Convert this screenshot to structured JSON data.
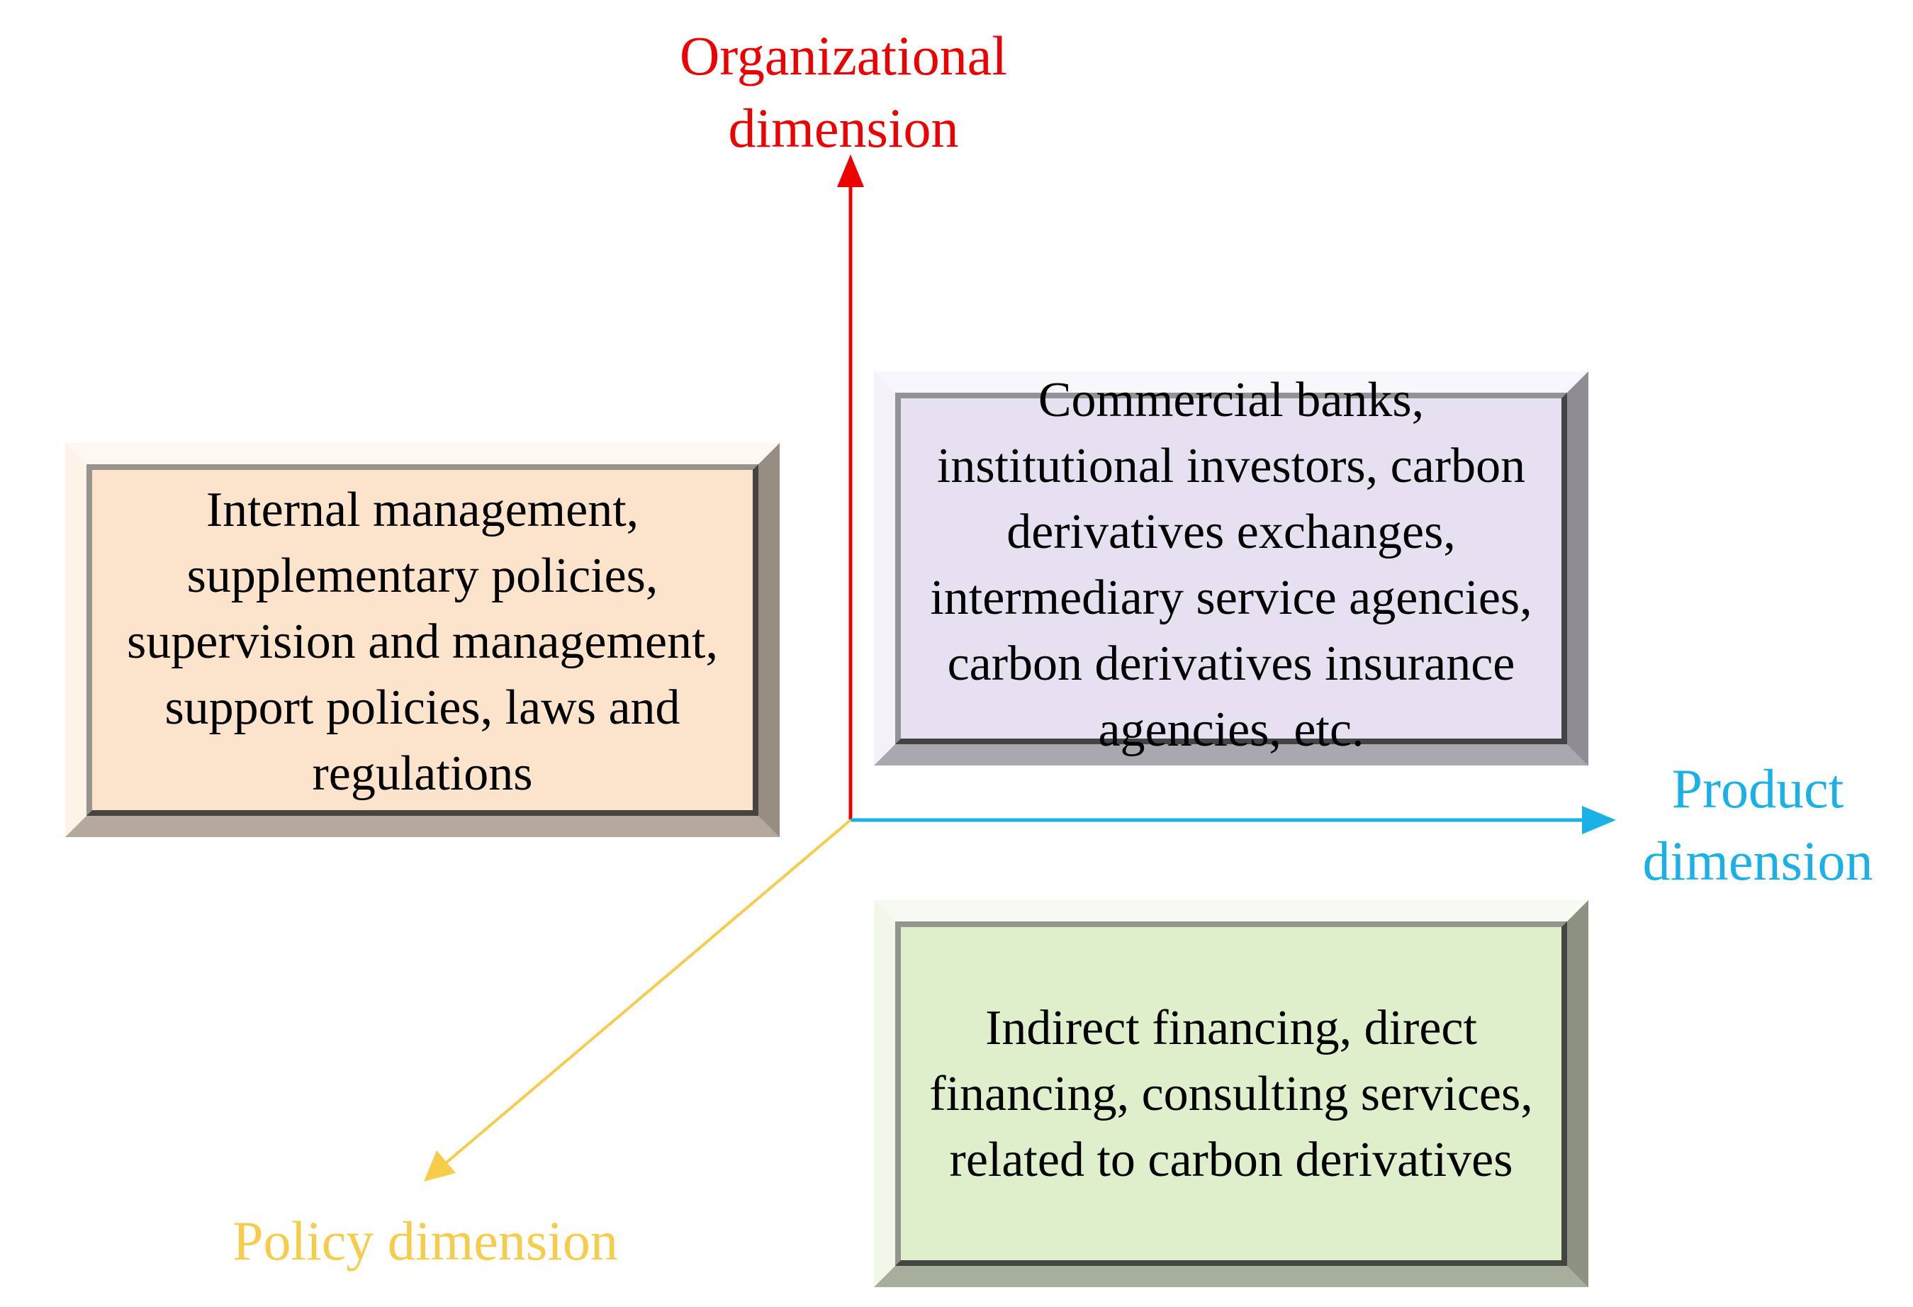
{
  "colors": {
    "organizational": "#ee0000",
    "product": "#1ab0e8",
    "policy": "#f7cc4a",
    "policy_box_fill": "#fce4cc",
    "organizational_box_fill": "#e6e0f1",
    "product_box_fill": "#dfeecb",
    "box_text": "#000000"
  },
  "axes": {
    "organizational": {
      "label_lines": [
        "Organizational",
        "dimension"
      ],
      "direction": "up"
    },
    "product": {
      "label_lines": [
        "Product",
        "dimension"
      ],
      "direction": "right"
    },
    "policy": {
      "label_lines": [
        "Policy dimension"
      ],
      "direction": "down-left"
    }
  },
  "boxes": {
    "policy": {
      "lines": [
        "Internal management,",
        "supplementary policies,",
        "supervision and management,",
        "support policies, laws and",
        "regulations"
      ]
    },
    "organizational": {
      "lines": [
        "Commercial banks,",
        "institutional investors, carbon",
        "derivatives exchanges,",
        "intermediary service agencies,",
        "carbon derivatives insurance",
        "agencies, etc."
      ]
    },
    "product": {
      "lines": [
        "Indirect financing, direct",
        "financing, consulting services,",
        "related to carbon derivatives"
      ]
    }
  }
}
